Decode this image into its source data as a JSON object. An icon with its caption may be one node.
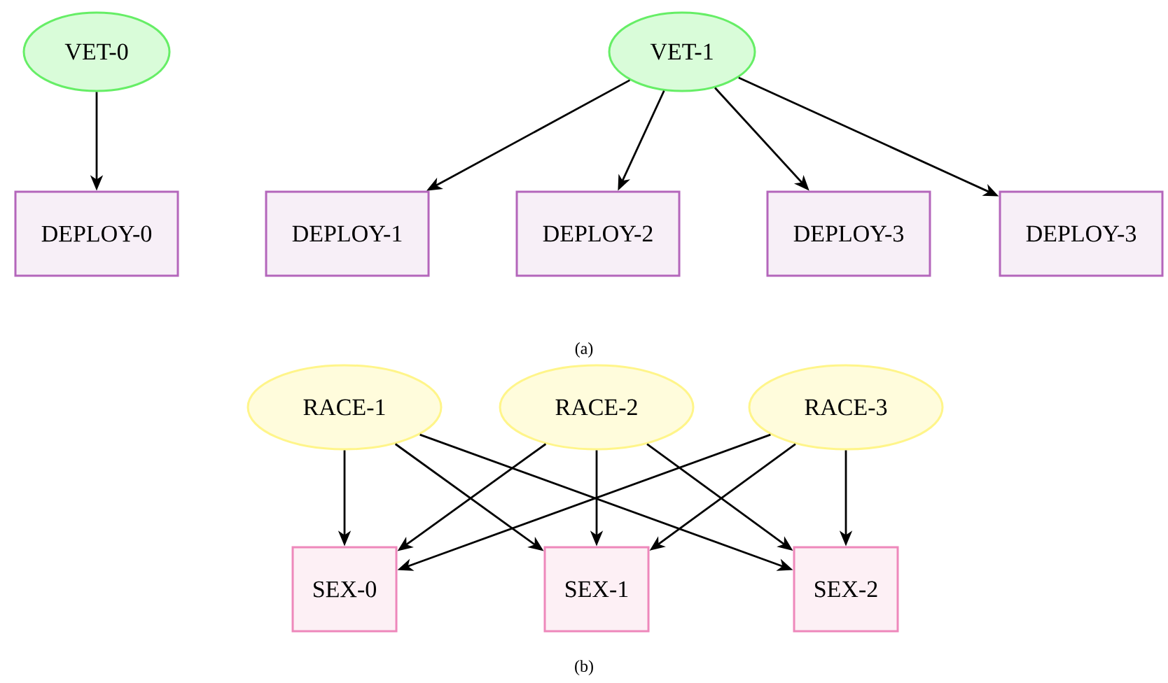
{
  "diagram": {
    "nodes": [
      {
        "text": [
          "VET-0"
        ]
      },
      {
        "text": [
          "VET-1"
        ]
      },
      {
        "text": [
          "DEPLOY-0"
        ]
      },
      {
        "text": [
          "DEPLOY-1"
        ]
      },
      {
        "text": [
          "DEPLOY-2"
        ]
      },
      {
        "text": [
          "DEPLOY-3"
        ]
      },
      {
        "text": [
          "DEPLOY-3"
        ]
      },
      {
        "text": [
          "RACE-1"
        ]
      },
      {
        "text": [
          "RACE-2"
        ]
      },
      {
        "text": [
          "RACE-3"
        ]
      },
      {
        "text": [
          "SEX-0"
        ]
      },
      {
        "text": [
          "SEX-1"
        ]
      },
      {
        "text": [
          "SEX-2"
        ]
      }
    ],
    "edges": [
      {
        "from": 0,
        "to": 2,
        "arrow": "to"
      },
      {
        "from": 1,
        "to": 3,
        "arrow": "to"
      },
      {
        "from": 1,
        "to": 4,
        "arrow": "to"
      },
      {
        "from": 1,
        "to": 5,
        "arrow": "to"
      },
      {
        "from": 1,
        "to": 6,
        "arrow": "to"
      },
      {
        "from": 7,
        "to": 10,
        "arrow": "to"
      },
      {
        "from": 7,
        "to": 11,
        "arrow": "to"
      },
      {
        "from": 7,
        "to": 12,
        "arrow": "to"
      },
      {
        "from": 8,
        "to": 10,
        "arrow": "to"
      },
      {
        "from": 8,
        "to": 11,
        "arrow": "to"
      },
      {
        "from": 8,
        "to": 12,
        "arrow": "to"
      },
      {
        "from": 9,
        "to": 10,
        "arrow": "to"
      },
      {
        "from": 9,
        "to": 11,
        "arrow": "to"
      },
      {
        "from": 9,
        "to": 12,
        "arrow": "to"
      }
    ],
    "labels": [
      "(a)",
      "(b)"
    ]
  }
}
